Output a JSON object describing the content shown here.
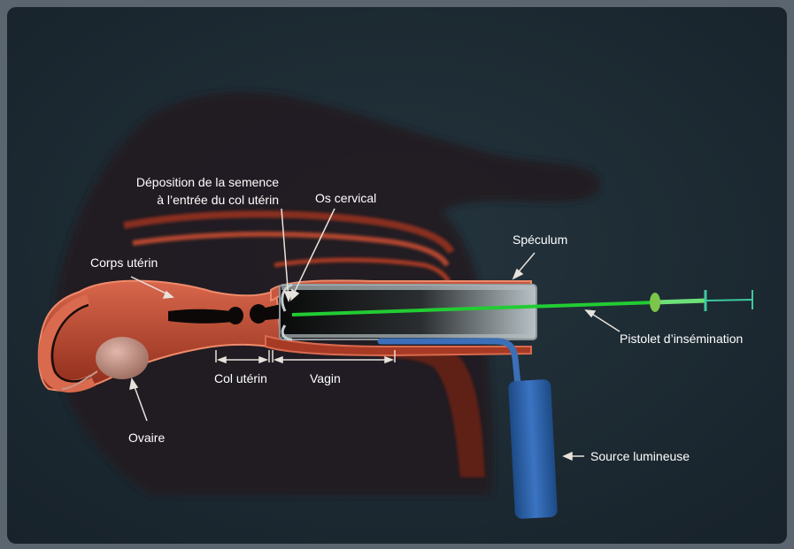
{
  "diagram": {
    "labels": {
      "deposition_line1": "Déposition de la semence",
      "deposition_line2": "à l’entrée du col utérin",
      "os_cervical": "Os cervical",
      "speculum": "Spéculum",
      "corps_uterin": "Corps utérin",
      "pistolet": "Pistolet d’insémination",
      "col_uterin": "Col utérin",
      "vagin": "Vagin",
      "ovaire": "Ovaire",
      "source_lumineuse": "Source lumineuse"
    },
    "colors": {
      "background": "#1e2c34",
      "frame": "#5a6570",
      "body_silhouette": "#231f21",
      "tissue": "#b8402a",
      "tissue_light": "#e0745a",
      "lumen": "#0c0808",
      "speculum_metal": "#9aa4a8",
      "insemination_gun": "#22cc33",
      "light_source": "#2b5fa6",
      "ovary": "#c8958a",
      "label_text": "#ffffff",
      "arrow": "#e8e2dc"
    }
  }
}
